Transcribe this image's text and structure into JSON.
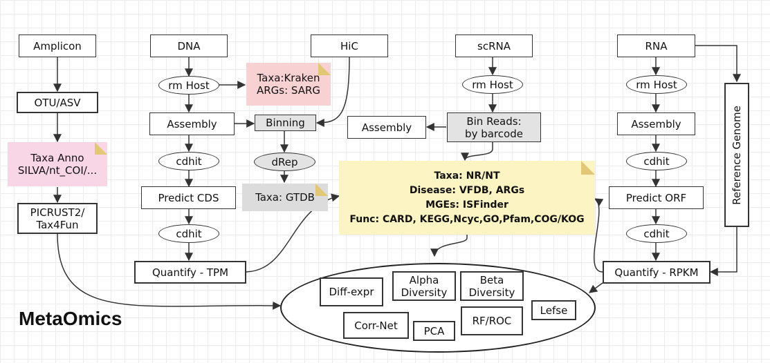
{
  "title": "MetaOmics",
  "columns": {
    "amplicon": {
      "source": "Amplicon",
      "otu": "OTU/ASV",
      "taxa_anno_line1": "Taxa Anno",
      "taxa_anno_line2": "SILVA/nt_COI/...",
      "picrust_line1": "PICRUST2/",
      "picrust_line2": "Tax4Fun"
    },
    "dna": {
      "source": "DNA",
      "rm_host": "rm Host",
      "assembly": "Assembly",
      "cdhit1": "cdhit",
      "predict": "Predict CDS",
      "cdhit2": "cdhit",
      "quantify": "Quantify - TPM",
      "note_line1": "Taxa:Kraken",
      "note_line2": "ARGs: SARG"
    },
    "hic": {
      "source": "HiC",
      "binning": "Binning",
      "drep": "dRep",
      "gtdb": "Taxa: GTDB"
    },
    "scrna": {
      "source": "scRNA",
      "rm_host": "rm Host",
      "bin_reads_line1": "Bin Reads:",
      "bin_reads_line2": "by barcode",
      "assembly": "Assembly"
    },
    "rna": {
      "source": "RNA",
      "rm_host": "rm Host",
      "assembly": "Assembly",
      "cdhit1": "cdhit",
      "predict": "Predict ORF",
      "cdhit2": "cdhit",
      "quantify": "Quantify - RPKM",
      "reference": "Reference Genome"
    }
  },
  "annotation": {
    "line1": "Taxa: NR/NT",
    "line2": "Disease: VFDB, ARGs",
    "line3": "MGEs: ISFinder",
    "line4": "Func: CARD, KEGG,Ncyc,GO,Pfam,COG/KOG"
  },
  "analysis": {
    "diff_expr": "Diff-expr",
    "alpha_line1": "Alpha",
    "alpha_line2": "Diversity",
    "beta_line1": "Beta",
    "beta_line2": "Diversity",
    "lefse": "Lefse",
    "corr_net": "Corr-Net",
    "pca": "PCA",
    "rf_roc": "RF/ROC"
  },
  "colors": {
    "stroke": "#333333",
    "note_red": "#f8d2d2",
    "note_pink": "#f9d6e6",
    "note_grey": "#dcdcdc",
    "note_yellow": "#fcf4c2",
    "node_grey": "#e3e3e3"
  }
}
